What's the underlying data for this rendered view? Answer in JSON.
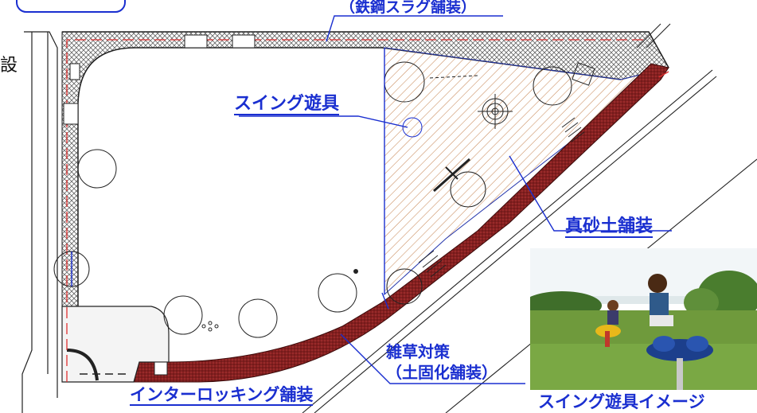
{
  "labels": {
    "steel_slag": "（鉄鋼スラグ舗装）",
    "swing": "スイング遊具",
    "masa": "真砂土舗装",
    "weed_line1": "雑草対策",
    "weed_line2": "（土固化舗装）",
    "interlocking": "インターロッキング舗装",
    "swing_image": "スイング遊具イメージ",
    "left_char": "設"
  },
  "colors": {
    "label": "#1a2fd0",
    "interlocking_fill": "#8b1e1e",
    "masa_hatch": "#c98a5a",
    "slag_hatch": "#555555",
    "boundary_dash": "#e03030"
  }
}
